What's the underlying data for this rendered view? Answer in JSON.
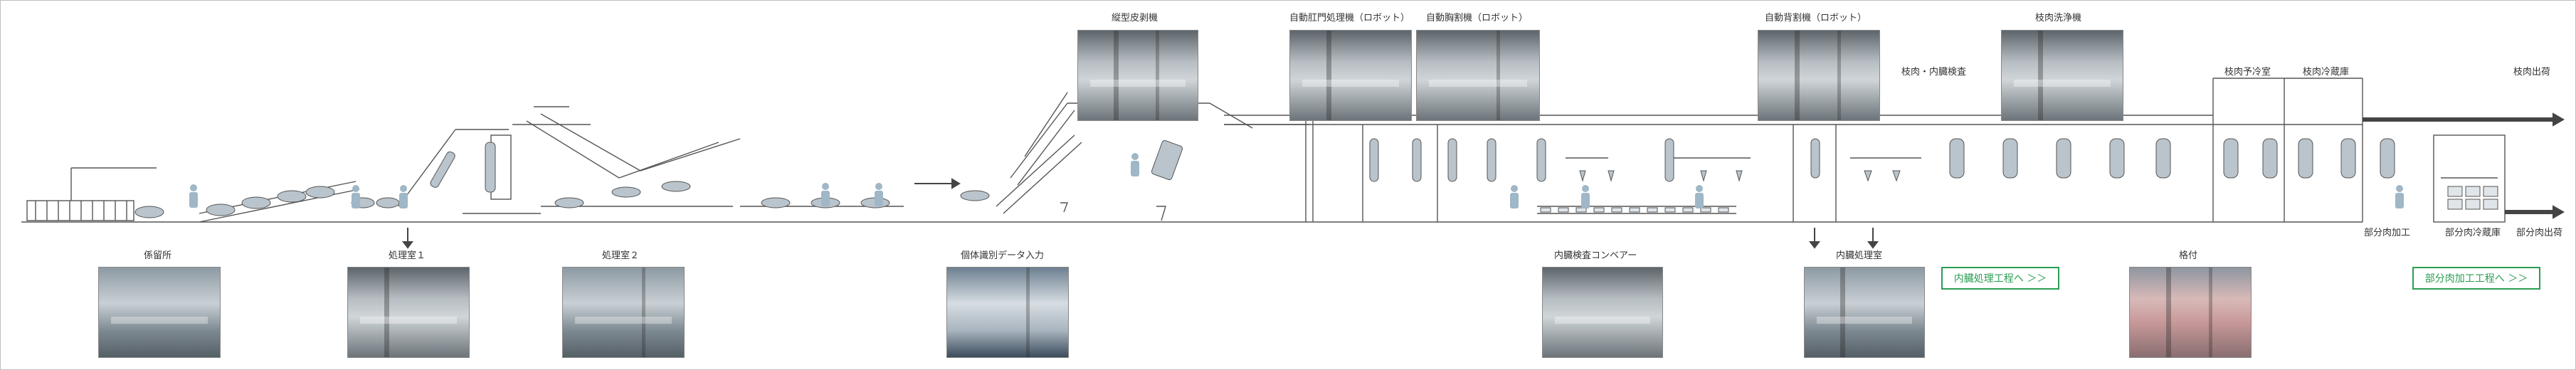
{
  "top_labels": {
    "skinning_machine": "縦型皮剥機",
    "anal_robot": "自動肛門処理機（ロボット）",
    "chest_robot": "自動胸割機（ロボット）",
    "back_robot": "自動背割機（ロボット）",
    "carcass_inspection": "枝肉・内臓検査",
    "carcass_washer": "枝肉洗浄機",
    "pre_cooling": "枝肉予冷室",
    "cold_storage": "枝肉冷蔵庫",
    "carcass_shipping": "枝肉出荷"
  },
  "bottom_labels": {
    "lairage": "係留所",
    "room1": "処理室１",
    "room2": "処理室２",
    "id_data_entry": "個体識別データ入力",
    "offal_conveyor": "内臓検査コンベアー",
    "offal_room": "内臓処理室",
    "grading": "格付",
    "partial_processing": "部分肉加工",
    "partial_cold_storage": "部分肉冷蔵庫",
    "partial_shipping": "部分肉出荷"
  },
  "buttons": {
    "offal_process": "内臓処理工程へ ＞＞",
    "partial_process": "部分肉加工工程へ ＞＞"
  },
  "colors": {
    "line": "#555555",
    "figure": "#9fb7c6",
    "carcass": "#b9c4cc",
    "arrow": "#444444",
    "green": "#2a9d52"
  },
  "photo_subjects": {
    "skinning_machine": "machine",
    "anal_robot": "machine",
    "chest_robot": "machine",
    "back_robot": "machine",
    "carcass_washer": "machine",
    "lairage": "factory",
    "room1": "machine",
    "room2": "factory",
    "id_data_entry": "worker",
    "offal_conveyor": "machine",
    "offal_room": "factory",
    "grading": "meat"
  }
}
